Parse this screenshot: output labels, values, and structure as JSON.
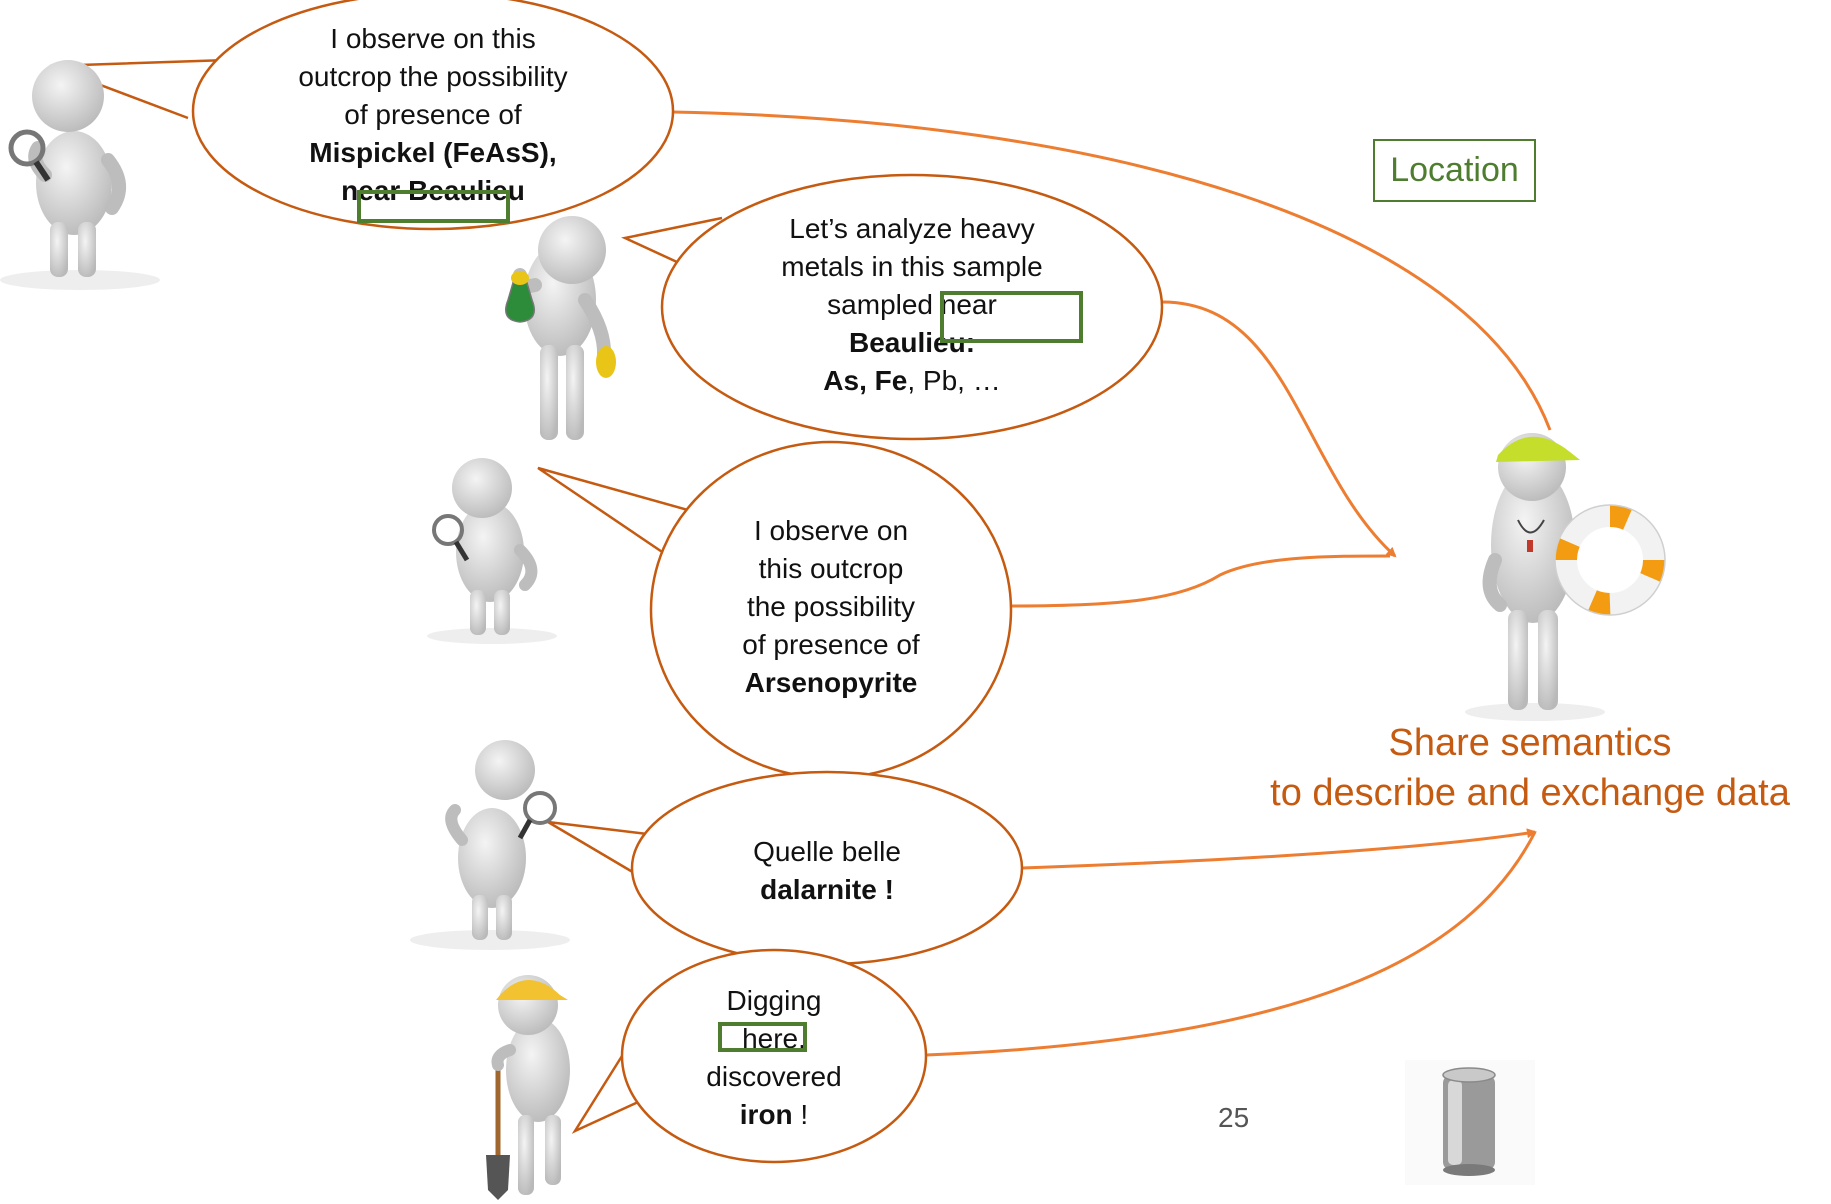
{
  "bubbles": {
    "b1": {
      "line1": "I observe on this",
      "line2": "outcrop the possibility",
      "line3": "of presence of",
      "line4": "Mispickel (FeAsS),",
      "line5": "near Beaulieu"
    },
    "b2": {
      "line1": "Let’s analyze heavy",
      "line2": "metals in this sample",
      "line3": "sampled near",
      "line4": "Beaulieu:",
      "line5_bold": "As, Fe",
      "line5_rest": ", Pb, …"
    },
    "b3": {
      "line1": "I observe on",
      "line2": "this outcrop",
      "line3": "the possibility",
      "line4": "of presence of",
      "line5": "Arsenopyrite"
    },
    "b4": {
      "line1": "Quelle belle",
      "line2": "dalarnite !"
    },
    "b5": {
      "line1": "Digging",
      "line2": "here.",
      "line3": "discovered",
      "line4_bold": "iron",
      "line4_rest": " !"
    }
  },
  "location_label": "Location",
  "share": {
    "line1": "Share semantics",
    "line2": "to describe and exchange data"
  },
  "page_number": "25",
  "colors": {
    "bubble_stroke": "#c55a11",
    "highlight": "#4e7d2f",
    "share_text": "#c55a11"
  },
  "figures": [
    {
      "role": "observer with magnifying glass",
      "icon": "magnifier-figure-icon"
    },
    {
      "role": "chemist with flask",
      "icon": "flask-figure-icon"
    },
    {
      "role": "observer with magnifying glass",
      "icon": "magnifier-figure-icon"
    },
    {
      "role": "observer with magnifying glass",
      "icon": "magnifier-figure-icon"
    },
    {
      "role": "digger with shovel and hard hat",
      "icon": "shovel-figure-icon"
    },
    {
      "role": "lifeguard with life ring",
      "icon": "lifeguard-figure-icon"
    },
    {
      "role": "metal can",
      "icon": "can-icon"
    }
  ]
}
